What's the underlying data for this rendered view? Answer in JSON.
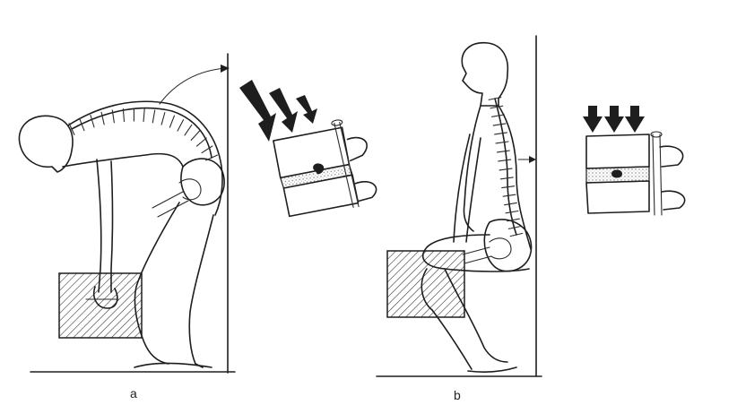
{
  "figure": {
    "panels": [
      {
        "id": "a",
        "label": "a"
      },
      {
        "id": "b",
        "label": "b"
      }
    ],
    "colors": {
      "ink": "#1e1e1e",
      "hatch": "#333333",
      "disc_dots": "#777777",
      "background": "#ffffff"
    }
  }
}
